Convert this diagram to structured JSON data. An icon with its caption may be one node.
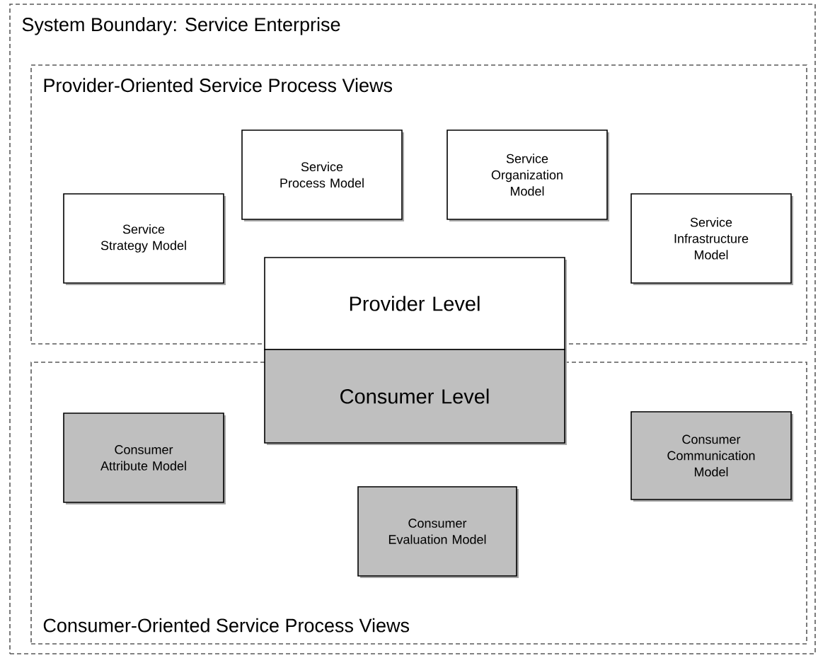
{
  "diagram": {
    "nodes": [
      {
        "text": [
          "System Boundary: Service Enterprise"
        ]
      },
      {
        "text": [
          "Provider-Oriented Service Process Views"
        ],
        "in": 0
      },
      {
        "text": [
          "Service Strategy Model"
        ],
        "in": 1
      },
      {
        "text": [
          "Service Process Model"
        ],
        "in": 1
      },
      {
        "text": [
          "Service Organization Model"
        ],
        "in": 1
      },
      {
        "text": [
          "Service Infrastructure Model"
        ],
        "in": 1
      },
      {
        "text": [
          "Provider Level"
        ],
        "in": 1
      },
      {
        "text": [
          "Consumer Level"
        ],
        "in": 8
      },
      {
        "text": [
          "Consumer-Oriented Service Process Views"
        ],
        "in": 0
      },
      {
        "text": [
          "Consumer Attribute Model"
        ],
        "in": 8
      },
      {
        "text": [
          "Consumer Evaluation Model"
        ],
        "in": 8
      },
      {
        "text": [
          "Consumer Communication Model"
        ],
        "in": 8
      }
    ]
  }
}
